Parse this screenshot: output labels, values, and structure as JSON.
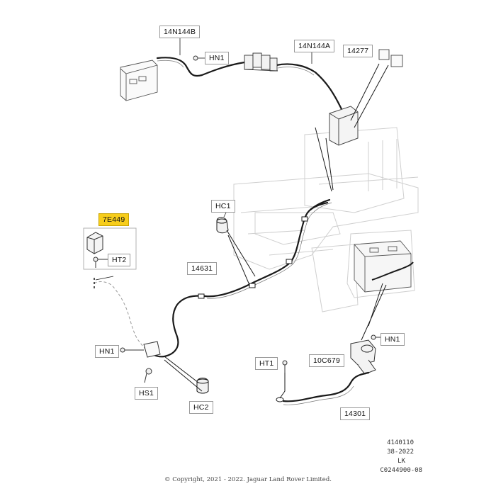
{
  "callouts": {
    "c14n144b": "14N144B",
    "c14n144a": "14N144A",
    "c14277": "14277",
    "chn1top": "HN1",
    "c7e449": "7E449",
    "cht2": "HT2",
    "chc1": "HC1",
    "c14631": "14631",
    "chn1left": "HN1",
    "chs1": "HS1",
    "chc2": "HC2",
    "cht1": "HT1",
    "c10c679": "10C679",
    "chn1right": "HN1",
    "c14301": "14301"
  },
  "reference": {
    "line1": "4140110",
    "line2": "38-2022",
    "line3": "LK",
    "line4": "C0244900-08"
  },
  "copyright": "© Copyright, 2021 - 2022. Jaguar Land Rover Limited.",
  "colors": {
    "highlight": "#f7cd1b",
    "callout_border": "#9a9a9a",
    "line_dark": "#1a1a1a",
    "line_faint": "#c9c9c9"
  }
}
